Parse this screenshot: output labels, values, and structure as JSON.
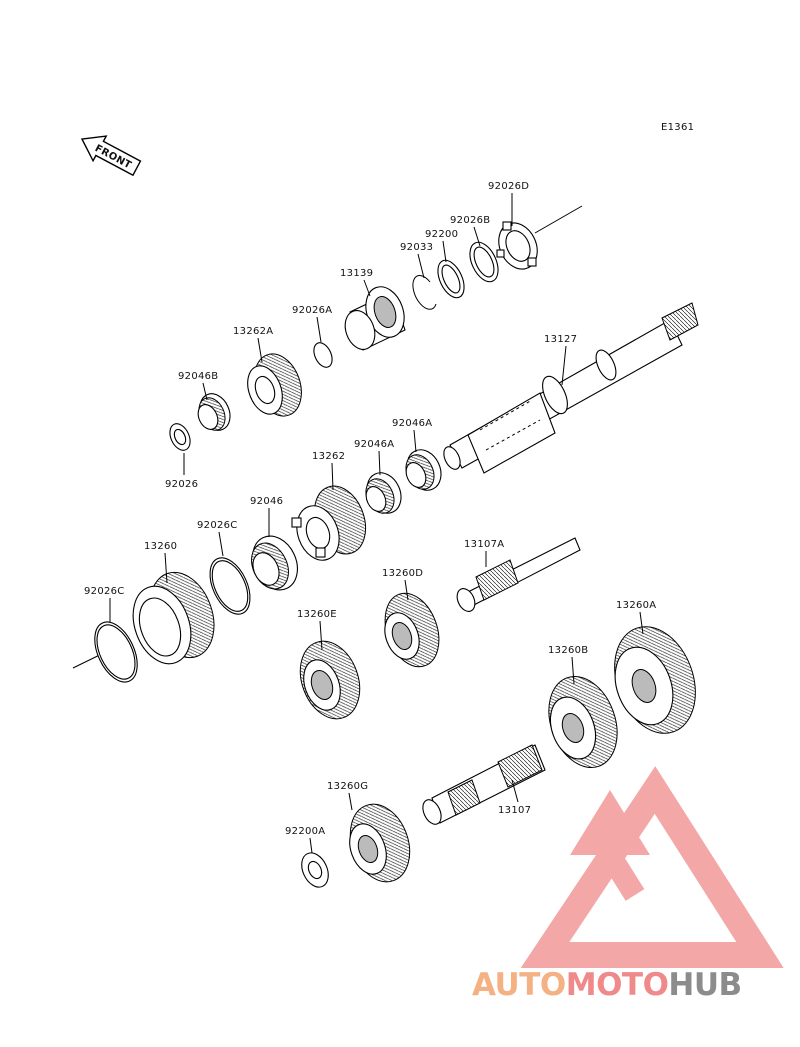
{
  "diagram_code": "E1361",
  "front_label": "FRONT",
  "parts": [
    {
      "id": "p92026D",
      "label": "92026D"
    },
    {
      "id": "p92026B",
      "label": "92026B"
    },
    {
      "id": "p92200",
      "label": "92200"
    },
    {
      "id": "p92033",
      "label": "92033"
    },
    {
      "id": "p13139",
      "label": "13139"
    },
    {
      "id": "p92026A",
      "label": "92026A"
    },
    {
      "id": "p13262A",
      "label": "13262A"
    },
    {
      "id": "p13127",
      "label": "13127"
    },
    {
      "id": "p92046B",
      "label": "92046B"
    },
    {
      "id": "p92026",
      "label": "92026"
    },
    {
      "id": "p92046A_1",
      "label": "92046A"
    },
    {
      "id": "p92046A_2",
      "label": "92046A"
    },
    {
      "id": "p13262",
      "label": "13262"
    },
    {
      "id": "p92046",
      "label": "92046"
    },
    {
      "id": "p92026C_1",
      "label": "92026C"
    },
    {
      "id": "p13260",
      "label": "13260"
    },
    {
      "id": "p92026C_2",
      "label": "92026C"
    },
    {
      "id": "p13107A",
      "label": "13107A"
    },
    {
      "id": "p13260D",
      "label": "13260D"
    },
    {
      "id": "p13260E",
      "label": "13260E"
    },
    {
      "id": "p13260A",
      "label": "13260A"
    },
    {
      "id": "p13260B",
      "label": "13260B"
    },
    {
      "id": "p13107",
      "label": "13107"
    },
    {
      "id": "p13260G",
      "label": "13260G"
    },
    {
      "id": "p92200A",
      "label": "92200A"
    }
  ],
  "watermark": {
    "part1": "AUTO",
    "part2": "MOTO",
    "part3": "HUB",
    "color1": "#f4b183",
    "color2": "#f08a8a",
    "color3": "#8c8c8c"
  }
}
